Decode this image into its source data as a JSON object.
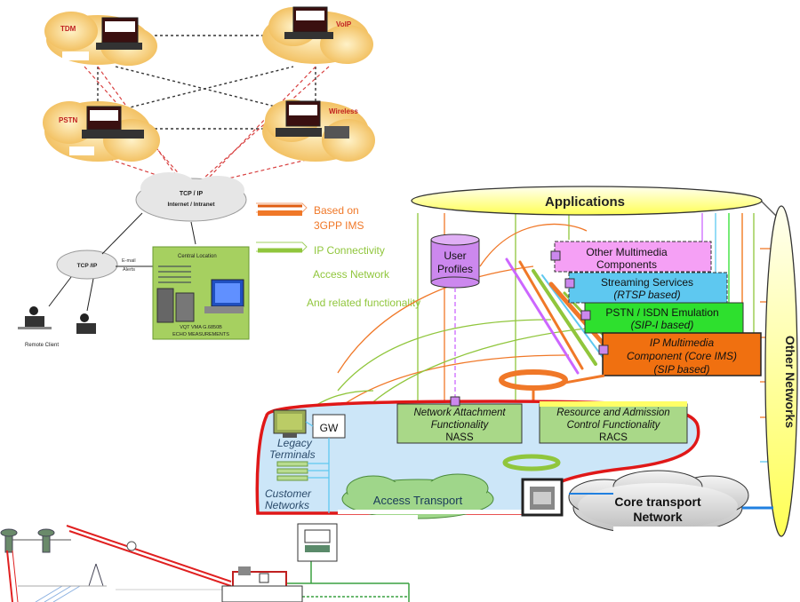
{
  "colors": {
    "orange": "#f07828",
    "green": "#90c63c",
    "ims_orange": "#f07010",
    "pstn_green": "#2ee02e",
    "streaming_blue": "#5ec8f0",
    "multimedia_pink": "#f090f0",
    "yellow": "#ffff66",
    "nass_green": "#b8dc90",
    "access_blue": "#cce6f8",
    "cloud_orange": "#f4c060",
    "cloud_grey": "#d8d8d8",
    "red": "#e01818"
  },
  "top_left": {
    "nodes": [
      {
        "id": "tdm",
        "label": "TDM"
      },
      {
        "id": "voip",
        "label": "VoIP"
      },
      {
        "id": "pstn",
        "label": "PSTN"
      },
      {
        "id": "wireless",
        "label": "Wireless"
      }
    ],
    "tcp_cloud": {
      "line1": "TCP / IP",
      "line2": "Internet / Intranet"
    },
    "tcp_small": "TCP /IP",
    "email": {
      "line1": "E-mail",
      "line2": "Alerts"
    },
    "central": "Central Location",
    "vqt": {
      "line1": "VQT  VMA  G.6850B",
      "line2": "ECHO MEASUREMENTS"
    },
    "remote": "Remote Client"
  },
  "legend": {
    "based_on": {
      "line1": "Based on",
      "line2": "3GPP IMS"
    },
    "ip_conn": "IP Connectivity",
    "access": "Access Network",
    "related": "And related functionality"
  },
  "ims": {
    "applications": "Applications",
    "other_networks": "Other Networks",
    "user_profiles": {
      "line1": "User",
      "line2": "Profiles"
    },
    "multimedia": {
      "line1": "Other Multimedia",
      "line2": "Components"
    },
    "streaming": {
      "line1": "Streaming Services",
      "line2": "(RTSP based)"
    },
    "pstn_emu": {
      "line1": "PSTN / ISDN Emulation",
      "line2": "(SIP-I based)"
    },
    "core_ims": {
      "line1": "IP Multimedia",
      "line2": "Component (Core IMS)",
      "line3": "(SIP based)"
    },
    "nass": {
      "line1": "Network Attachment",
      "line2": "Functionality",
      "line3": "NASS"
    },
    "racs": {
      "line1": "Resource and Admission",
      "line2": "Control Functionality",
      "line3": "RACS"
    },
    "legacy": {
      "line1": "Legacy",
      "line2": "Terminals"
    },
    "gw": "GW",
    "customer": {
      "line1": "Customer",
      "line2": "Networks"
    },
    "access_transport": "Access Transport",
    "core_transport": {
      "line1": "Core transport",
      "line2": "Network"
    }
  }
}
